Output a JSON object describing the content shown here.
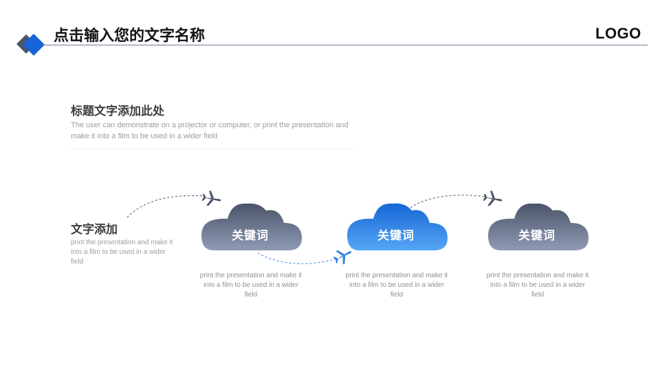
{
  "header": {
    "title": "点击输入您的文字名称",
    "logo": "LOGO"
  },
  "section": {
    "title": "标题文字添加此处",
    "description": "The user can demonstrate on a projector or computer, or print the presentation and make it into a film to be used in a wider field"
  },
  "side": {
    "title": "文字添加",
    "description": "print the presentation and make it into a film to be used in a wider field"
  },
  "clouds": [
    {
      "label": "关键词",
      "description": "print the presentation and make it into a film to be used in a wider field"
    },
    {
      "label": "关键词",
      "description": "print the presentation and make it into a film to be used in a wider field"
    },
    {
      "label": "关键词",
      "description": "print the presentation and make it into a film to be used in a wider field"
    }
  ],
  "colors": {
    "accent_blue": "#1565d8",
    "cloud_dark_top": "#4a5468",
    "cloud_dark_bottom": "#8f9bb5",
    "cloud_blue_top": "#1666d6",
    "cloud_blue_bottom": "#55a6f5",
    "plane_dark": "#4b5568",
    "plane_blue": "#2f7fe3"
  },
  "icons": [
    "diamond-logo-mark",
    "airplane-icon",
    "cloud-shape"
  ]
}
